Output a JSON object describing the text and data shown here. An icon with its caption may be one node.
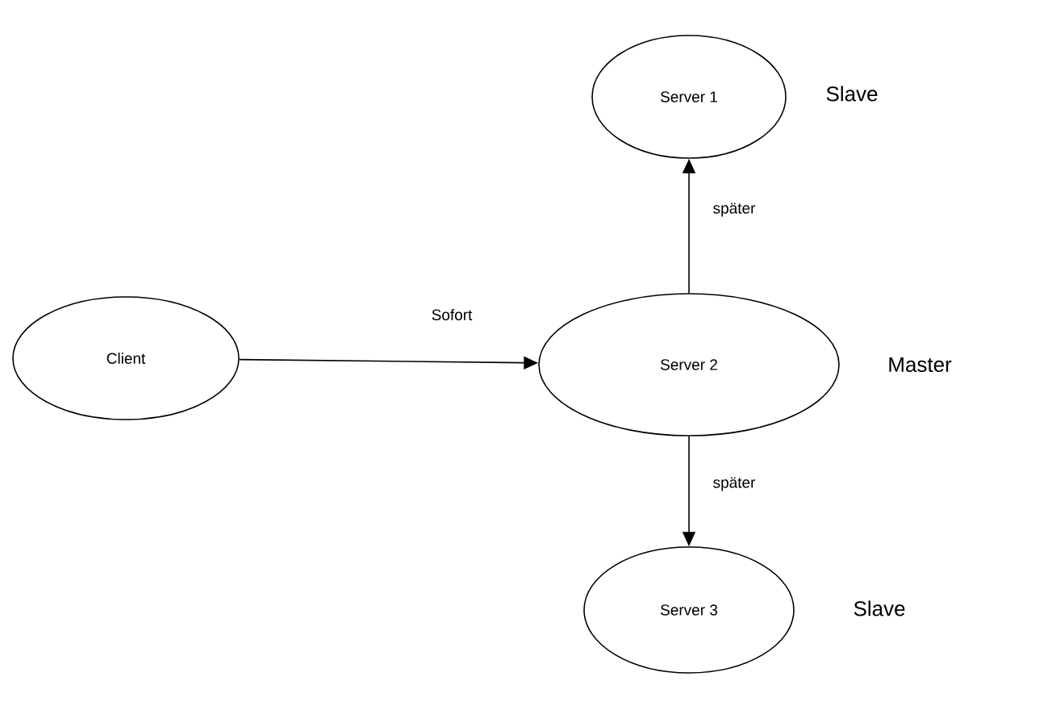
{
  "diagram": {
    "nodes": [
      {
        "text": [
          "Client"
        ]
      },
      {
        "text": [
          "Server 1"
        ],
        "beside": [
          "Slave"
        ]
      },
      {
        "text": [
          "Server 2"
        ],
        "beside": [
          "Master"
        ]
      },
      {
        "text": [
          "Server 3"
        ],
        "beside": [
          "Slave"
        ]
      }
    ],
    "edges": [
      {
        "from": 0,
        "to": 2,
        "arrow": "to",
        "label": "Sofort"
      },
      {
        "from": 2,
        "to": 1,
        "arrow": "to",
        "label": "später"
      },
      {
        "from": 2,
        "to": 3,
        "arrow": "to",
        "label": "später"
      }
    ]
  }
}
